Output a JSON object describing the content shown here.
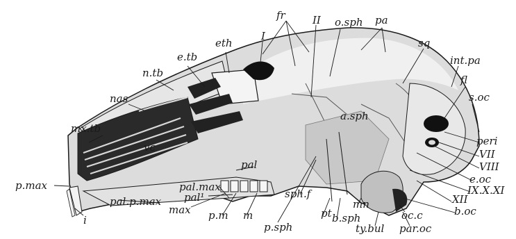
{
  "figure": {
    "labels": {
      "fr": "fr",
      "o_sph": "o.sph",
      "pa": "pa",
      "II": "II",
      "I": "I",
      "eth": "eth",
      "sq": "sq",
      "e_tb": "e.tb",
      "int_pa": "int.pa",
      "n_tb": "n.tb",
      "fl": "fl",
      "nas": "nas",
      "s_oc": "s.oc",
      "a_sph": "a.sph",
      "mx_tb": "mx.tb",
      "peri": "peri",
      "vc": "vc",
      "pal": "pal",
      "VII": "VII",
      "VIII": "VIII",
      "e_oc": "e.oc",
      "IX_X_XI": "IX.X.XI",
      "p_max": "p.max",
      "pal_max": "pal.max",
      "pal1": "pal¹",
      "XII": "XII",
      "sph_f": "sph.f",
      "b_oc": "b.oc",
      "pal_p_max": "pal.p.max",
      "max": "max",
      "p_m": "p.m",
      "m": "m",
      "pt": "pt",
      "b_sph": "b.sph",
      "mn": "mn",
      "oc_c": "oc.c",
      "i": "i",
      "p_sph": "p.sph",
      "ty_bul": "ty.bul",
      "par_oc": "par.oc"
    },
    "colors": {
      "ink": "#1a1a1a",
      "bone": "#dcdcdc",
      "bone_light": "#eeeeee",
      "shade": "#9a9a9a",
      "dark": "#111111"
    }
  }
}
